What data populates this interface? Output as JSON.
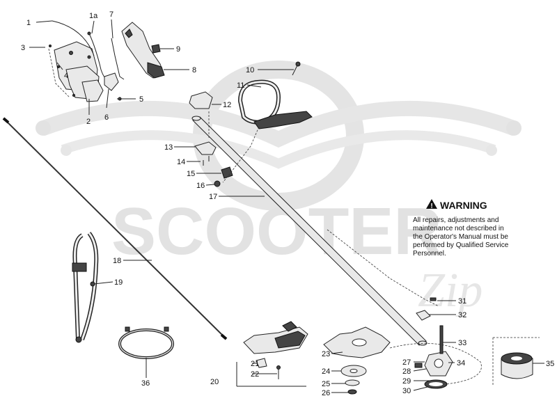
{
  "watermark": {
    "brand": "SCOOTER",
    "script": "Zip"
  },
  "warning": {
    "title": "WARNING",
    "lines": [
      "All repairs, adjustments and",
      "maintenance not described in",
      "the Operator's Manual must be",
      "performed by Qualified Service",
      "Personnel."
    ]
  },
  "callouts": {
    "c1": "1",
    "c1a": "1a",
    "c2": "2",
    "c3": "3",
    "c4": "4",
    "c5": "5",
    "c6": "6",
    "c7": "7",
    "c8": "8",
    "c9": "9",
    "c10": "10",
    "c11": "11",
    "c12": "12",
    "c13": "13",
    "c14": "14",
    "c15": "15",
    "c16": "16",
    "c17": "17",
    "c18": "18",
    "c19": "19",
    "c20": "20",
    "c21": "21",
    "c22": "22",
    "c23": "23",
    "c24": "24",
    "c25": "25",
    "c26": "26",
    "c27": "27",
    "c28": "28",
    "c29": "29",
    "c30": "30",
    "c31": "31",
    "c32": "32",
    "c33": "33",
    "c34": "34",
    "c35": "35",
    "c36": "36"
  }
}
